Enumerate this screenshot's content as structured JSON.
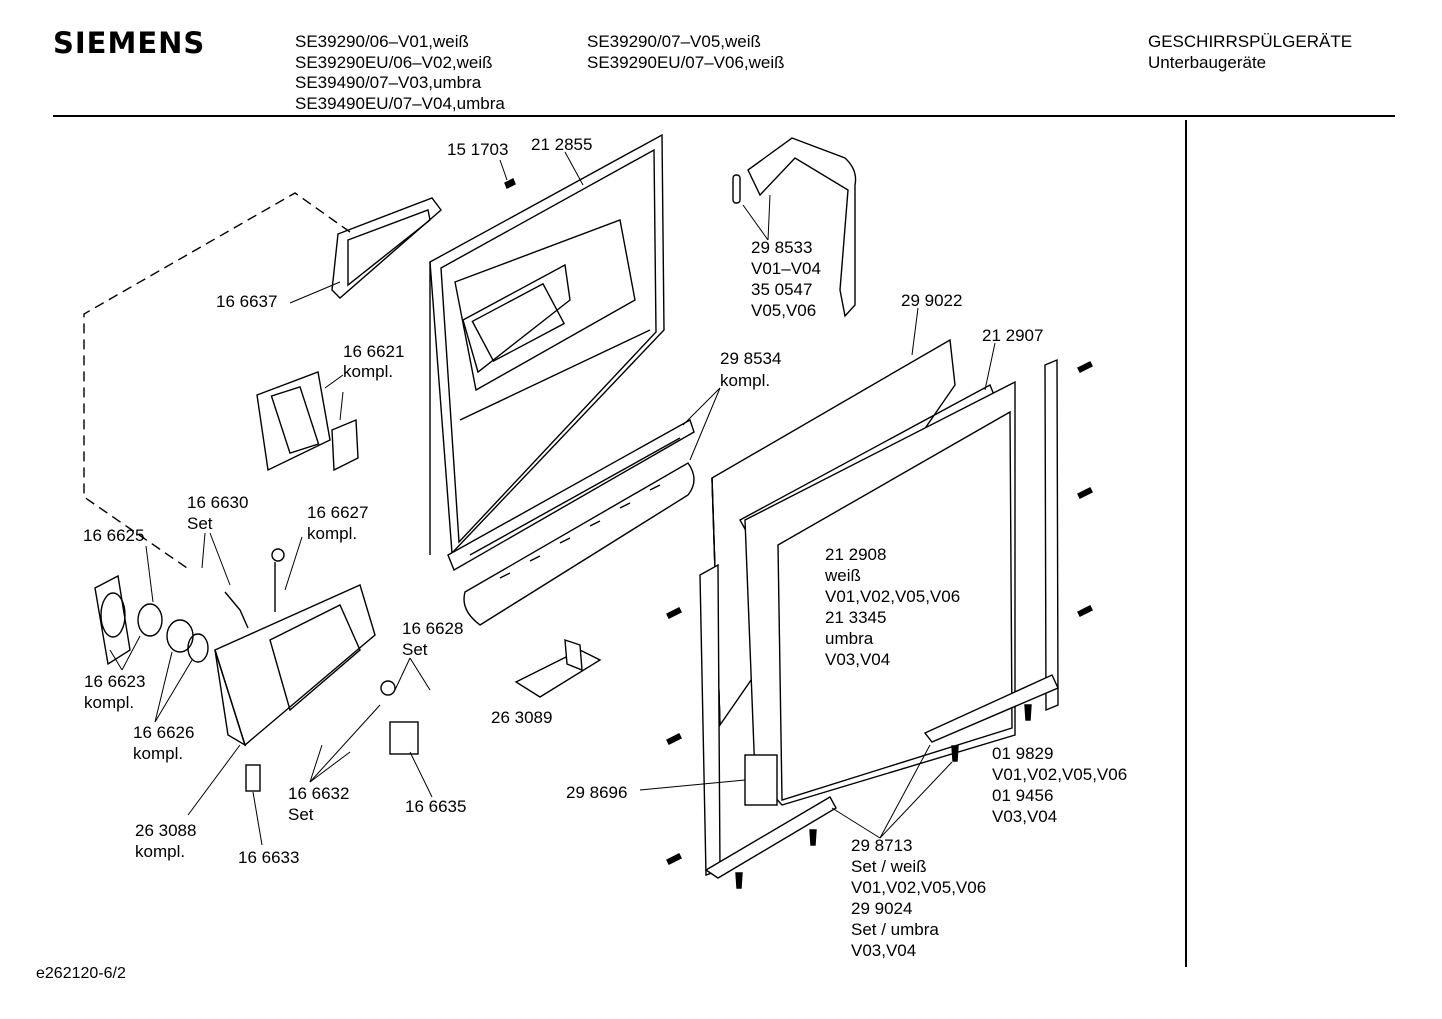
{
  "header": {
    "brand": "SIEMENS",
    "models_col1": [
      "SE39290/06–V01,weiß",
      "SE39290EU/06–V02,weiß",
      "SE39490/07–V03,umbra",
      "SE39490EU/07–V04,umbra"
    ],
    "models_col2": [
      "SE39290/07–V05,weiß",
      "SE39290EU/07–V06,weiß"
    ],
    "category": [
      "GESCHIRRSPÜLGERÄTE",
      "Unterbaugeräte"
    ]
  },
  "labels": {
    "p151703": "15 1703",
    "p212855": "21 2855",
    "p298533": [
      "29 8533",
      "V01–V04",
      "35 0547",
      "V05,V06"
    ],
    "p166637": "16 6637",
    "p299022": "29 9022",
    "p212907": "21 2907",
    "p166621": [
      "16 6621",
      "kompl."
    ],
    "p298534": [
      "29 8534",
      "kompl."
    ],
    "p166630": [
      "16 6630",
      "Set"
    ],
    "p166627": [
      "16 6627",
      "kompl."
    ],
    "p166625": "16 6625",
    "p212908": [
      "21 2908",
      "weiß",
      "V01,V02,V05,V06",
      "21 3345",
      "umbra",
      "V03,V04"
    ],
    "p166628": [
      "16 6628",
      "Set"
    ],
    "p166623": [
      "16 6623",
      "kompl."
    ],
    "p263089": "26 3089",
    "p166626": [
      "16 6626",
      "kompl."
    ],
    "p019829": [
      "01 9829",
      "V01,V02,V05,V06",
      "01 9456",
      "V03,V04"
    ],
    "p298696": "29 8696",
    "p166632": [
      "16 6632",
      "Set"
    ],
    "p166635": "16 6635",
    "p263088": [
      "26 3088",
      "kompl."
    ],
    "p298713": [
      "29 8713",
      "Set / weiß",
      "V01,V02,V05,V06",
      "29 9024",
      "Set / umbra",
      "V03,V04"
    ],
    "p166633": "16 6633"
  },
  "footer": "e262120-6/2"
}
